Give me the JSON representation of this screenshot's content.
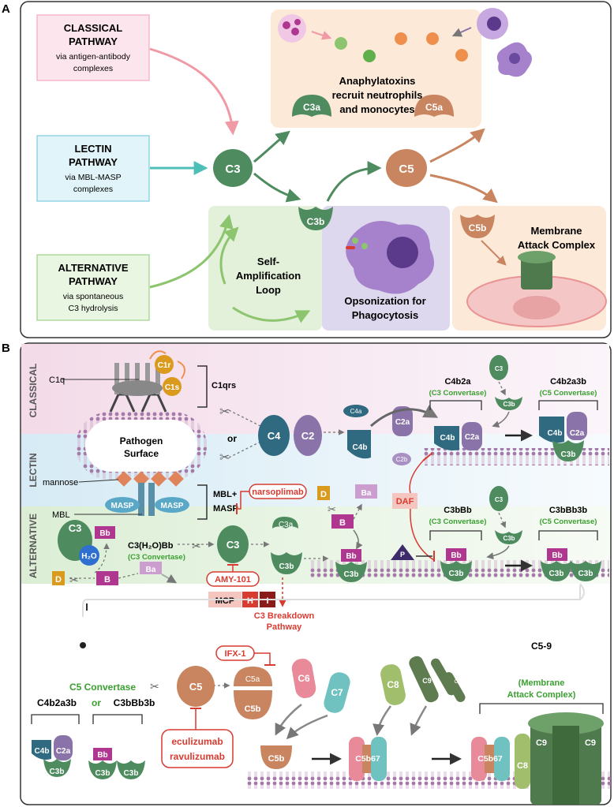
{
  "panel_a": {
    "letter": "A",
    "classical": {
      "title1": "CLASSICAL",
      "title2": "PATHWAY",
      "sub1": "via antigen-antibody",
      "sub2": "complexes"
    },
    "lectin": {
      "title1": "LECTIN",
      "title2": "PATHWAY",
      "sub1": "via MBL-MASP",
      "sub2": "complexes"
    },
    "alternative": {
      "title1": "ALTERNATIVE",
      "title2": "PATHWAY",
      "sub1": "via spontaneous",
      "sub2": "C3 hydrolysis"
    },
    "c3": "C3",
    "c5": "C5",
    "c3a": "C3a",
    "c5a": "C5a",
    "c3b": "C3b",
    "c5b": "C5b",
    "anaphylatoxins": [
      "Anaphylatoxins",
      "recruit neutrophils",
      "and monocytes"
    ],
    "self_amp": [
      "Self-",
      "Amplification",
      "Loop"
    ],
    "opsonization": [
      "Opsonization for",
      "Phagocytosis"
    ],
    "mac": [
      "Membrane",
      "Attack Complex"
    ]
  },
  "panel_b": {
    "letter": "B",
    "side": {
      "classical": "CLASSICAL",
      "lectin": "LECTIN",
      "alternative": "ALTERNATIVE"
    },
    "c1q": "C1q",
    "c1r": "C1r",
    "c1s": "C1s",
    "c1qrs": "C1qrs",
    "or": "or",
    "pathogen": [
      "Pathogen",
      "Surface"
    ],
    "mannose": "mannose",
    "mbl": "MBL",
    "masp": "MASP",
    "mbl_masp": [
      "MBL+",
      "MASP"
    ],
    "narsoplimab": "narsoplimab",
    "c4": "C4",
    "c2": "C2",
    "c4a": "C4a",
    "c4b": "C4b",
    "c2a": "C2a",
    "c2b": "C2b",
    "c4b2a": "C4b2a",
    "c3_convertase": "(C3 Convertase)",
    "c4b2a3b": "C4b2a3b",
    "c5_convertase": "(C5 Convertase)",
    "c3": "C3",
    "c3b": "C3b",
    "c3a": "C3a",
    "daf": "DAF",
    "d": "D",
    "b": "B",
    "ba": "Ba",
    "bb": "Bb",
    "p": "P",
    "h2o": "H₂O",
    "c3h2obb": "C3(H₂O)Bb",
    "c3bbb": "C3bBb",
    "c3bbb3b": "C3bBb3b",
    "amy101": "AMY-101",
    "mcp": "MCP",
    "h": "H",
    "i": "I",
    "breakdown": [
      "C3 Breakdown",
      "Pathway"
    ]
  },
  "panel_c": {
    "c5_convertase": "C5 Convertase",
    "c4b2a3b": "C4b2a3b",
    "or": "or",
    "c3bbb3b": "C3bBb3b",
    "ifx1": "IFX-1",
    "c5": "C5",
    "c5a": "C5a",
    "c5b": "C5b",
    "eculizumab": "eculizumab",
    "ravulizumab": "ravulizumab",
    "c6": "C6",
    "c7": "C7",
    "c8": "C8",
    "c9": "C9",
    "c5b67": "C5b67",
    "c59": "C5-9",
    "mac": [
      "(Membrane",
      "Attack Complex)"
    ]
  },
  "colors": {
    "c3": "#4e8b5f",
    "c5": "#c88560",
    "c4": "#2f6a80",
    "c2": "#8a73a8",
    "bb": "#b0378f",
    "d": "#d99a1e",
    "inhibitor": "#d83b30",
    "convertase_label": "#3aa030"
  }
}
